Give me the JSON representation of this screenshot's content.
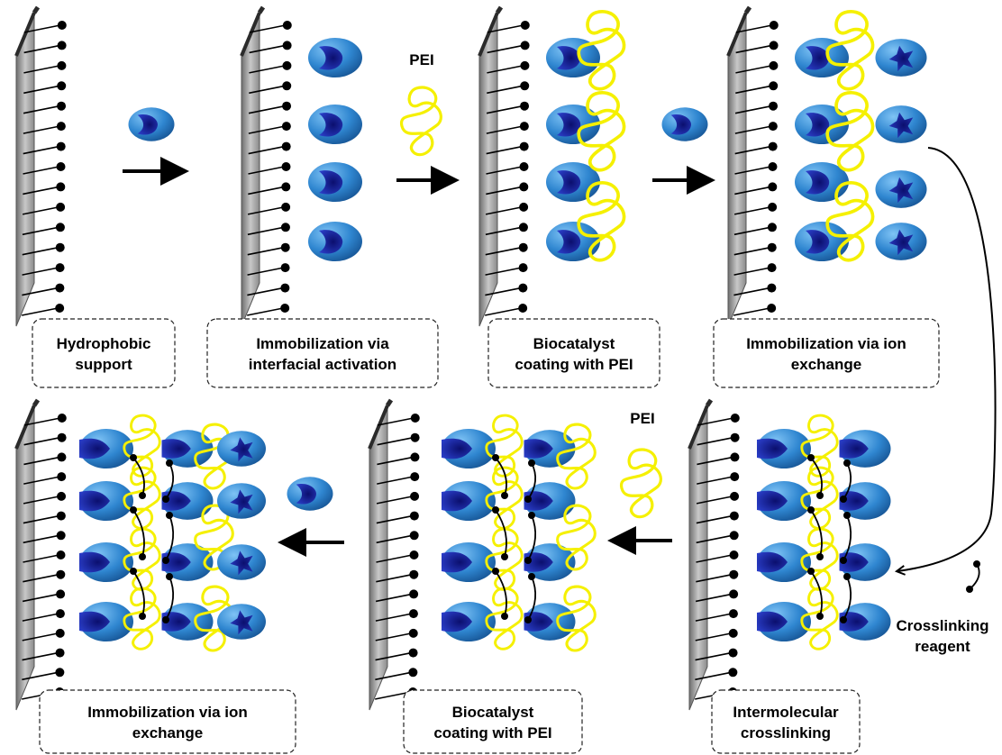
{
  "colors": {
    "support_face": "#9e9e9e",
    "support_edge": "#2b2b2b",
    "enzyme_light": "#3f9be0",
    "enzyme_dark": "#1a2a9c",
    "polymer": "#f5f000",
    "arrow": "#000000"
  },
  "free_labels": {
    "pei_top": "PEI",
    "pei_bottom": "PEI",
    "crosslink_line1": "Crosslinking",
    "crosslink_line2": "reagent"
  },
  "steps": [
    {
      "label_lines": [
        "Hydrophobic",
        "support"
      ]
    },
    {
      "label_lines": [
        "Immobilization via",
        "interfacial activation"
      ]
    },
    {
      "label_lines": [
        "Biocatalyst",
        "coating with PEI"
      ]
    },
    {
      "label_lines": [
        "Immobilization via ion",
        "exchange"
      ]
    },
    {
      "label_lines": [
        "Intermolecular",
        "crosslinking"
      ]
    },
    {
      "label_lines": [
        "Biocatalyst",
        "coating with PEI"
      ]
    },
    {
      "label_lines": [
        "Immobilization via ion",
        "exchange"
      ]
    }
  ],
  "icons": {
    "enzyme": "enzyme-icon",
    "polymer": "pei-polymer-icon",
    "crosslinker": "crosslinker-icon"
  }
}
